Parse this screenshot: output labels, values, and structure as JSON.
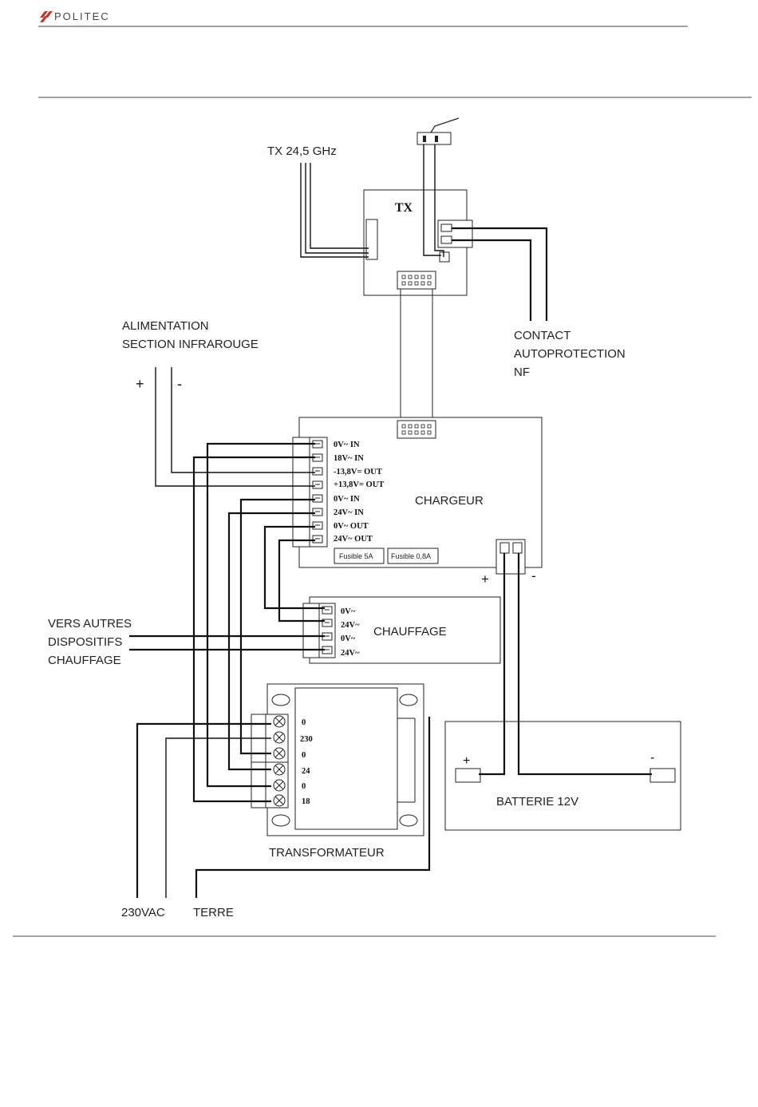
{
  "header": {
    "logo_text": "POLITEC"
  },
  "diagram": {
    "tx": {
      "title": "TX",
      "antenna_label": "TX 24,5 GHz"
    },
    "contact": {
      "lines": [
        "CONTACT",
        "AUTOPROTECTION",
        "NF"
      ]
    },
    "alimentation": {
      "lines": [
        "ALIMENTATION",
        "SECTION INFRAROUGE"
      ],
      "plus": "+",
      "minus": "-"
    },
    "chargeur": {
      "title": "CHARGEUR",
      "terminals": [
        "0V~ IN",
        "18V~ IN",
        "-13,8V= OUT",
        "+13,8V= OUT",
        "0V~ IN",
        "24V~ IN",
        "0V~ OUT",
        "24V~ OUT"
      ],
      "fuses": [
        "Fusible 5A",
        "Fusible 0,8A"
      ],
      "batt_plus": "+",
      "batt_minus": "-"
    },
    "chauffage": {
      "title": "CHAUFFAGE",
      "terminals": [
        "0V~",
        "24V~",
        "0V~",
        "24V~"
      ],
      "vers_lines": [
        "VERS AUTRES",
        "DISPOSITIFS",
        "CHAUFFAGE"
      ]
    },
    "transformateur": {
      "title": "TRANSFORMATEUR",
      "terminals": [
        "0",
        "230",
        "0",
        "24",
        "0",
        "18"
      ]
    },
    "batterie": {
      "title": "BATTERIE 12V",
      "plus": "+",
      "minus": "-"
    },
    "bottom": {
      "vac": "230VAC",
      "terre": "TERRE"
    }
  },
  "colors": {
    "ink": "#111111",
    "logo_red": "#c0392b"
  }
}
